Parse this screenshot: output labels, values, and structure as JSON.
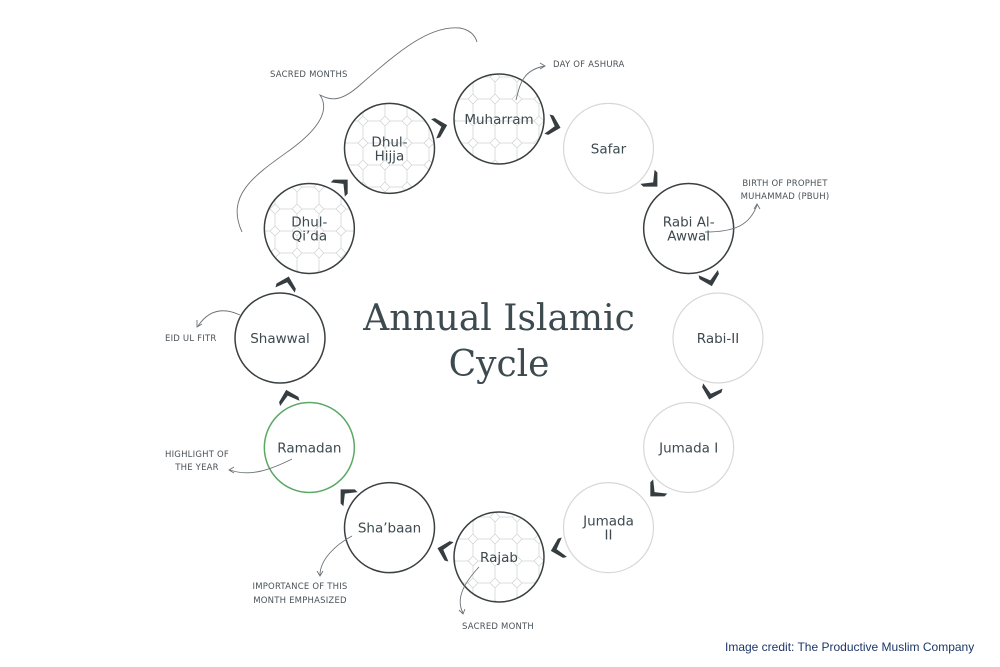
{
  "title": {
    "line1": "Annual Islamic",
    "line2": "Cycle"
  },
  "months": [
    {
      "lines": [
        "Muharram"
      ],
      "style": "sacred"
    },
    {
      "lines": [
        "Safar"
      ],
      "style": "light"
    },
    {
      "lines": [
        "Rabi Al-",
        "Awwal"
      ],
      "style": "dark"
    },
    {
      "lines": [
        "Rabi-II"
      ],
      "style": "light"
    },
    {
      "lines": [
        "Jumada I"
      ],
      "style": "light"
    },
    {
      "lines": [
        "Jumada",
        "II"
      ],
      "style": "light"
    },
    {
      "lines": [
        "Rajab"
      ],
      "style": "sacred"
    },
    {
      "lines": [
        "Sha’baan"
      ],
      "style": "dark"
    },
    {
      "lines": [
        "Ramadan"
      ],
      "style": "highlight"
    },
    {
      "lines": [
        "Shawwal"
      ],
      "style": "dark"
    },
    {
      "lines": [
        "Dhul-",
        "Qi’da"
      ],
      "style": "sacred"
    },
    {
      "lines": [
        "Dhul-",
        "Hijja"
      ],
      "style": "sacred"
    }
  ],
  "annotations": {
    "sacred_months": "SACRED MONTHS",
    "ashura": "DAY OF ASHURA",
    "birth_1": "BIRTH OF PROPHET",
    "birth_2": "MUHAMMAD (PBUH)",
    "eid": "EID UL FITR",
    "highlight_1": "HIGHLIGHT OF",
    "highlight_2": "THE YEAR",
    "importance_1": "IMPORTANCE OF THIS",
    "importance_2": "MONTH EMPHASIZED",
    "sacred_month": "SACRED MONTH"
  },
  "colors": {
    "dark": "#3a3f42",
    "light": "#d6d8d8",
    "highlight": "#5aa965",
    "chevron": "#353d40",
    "text": "#3d4a4f"
  },
  "credit": "Image credit: The Productive Muslim Company"
}
